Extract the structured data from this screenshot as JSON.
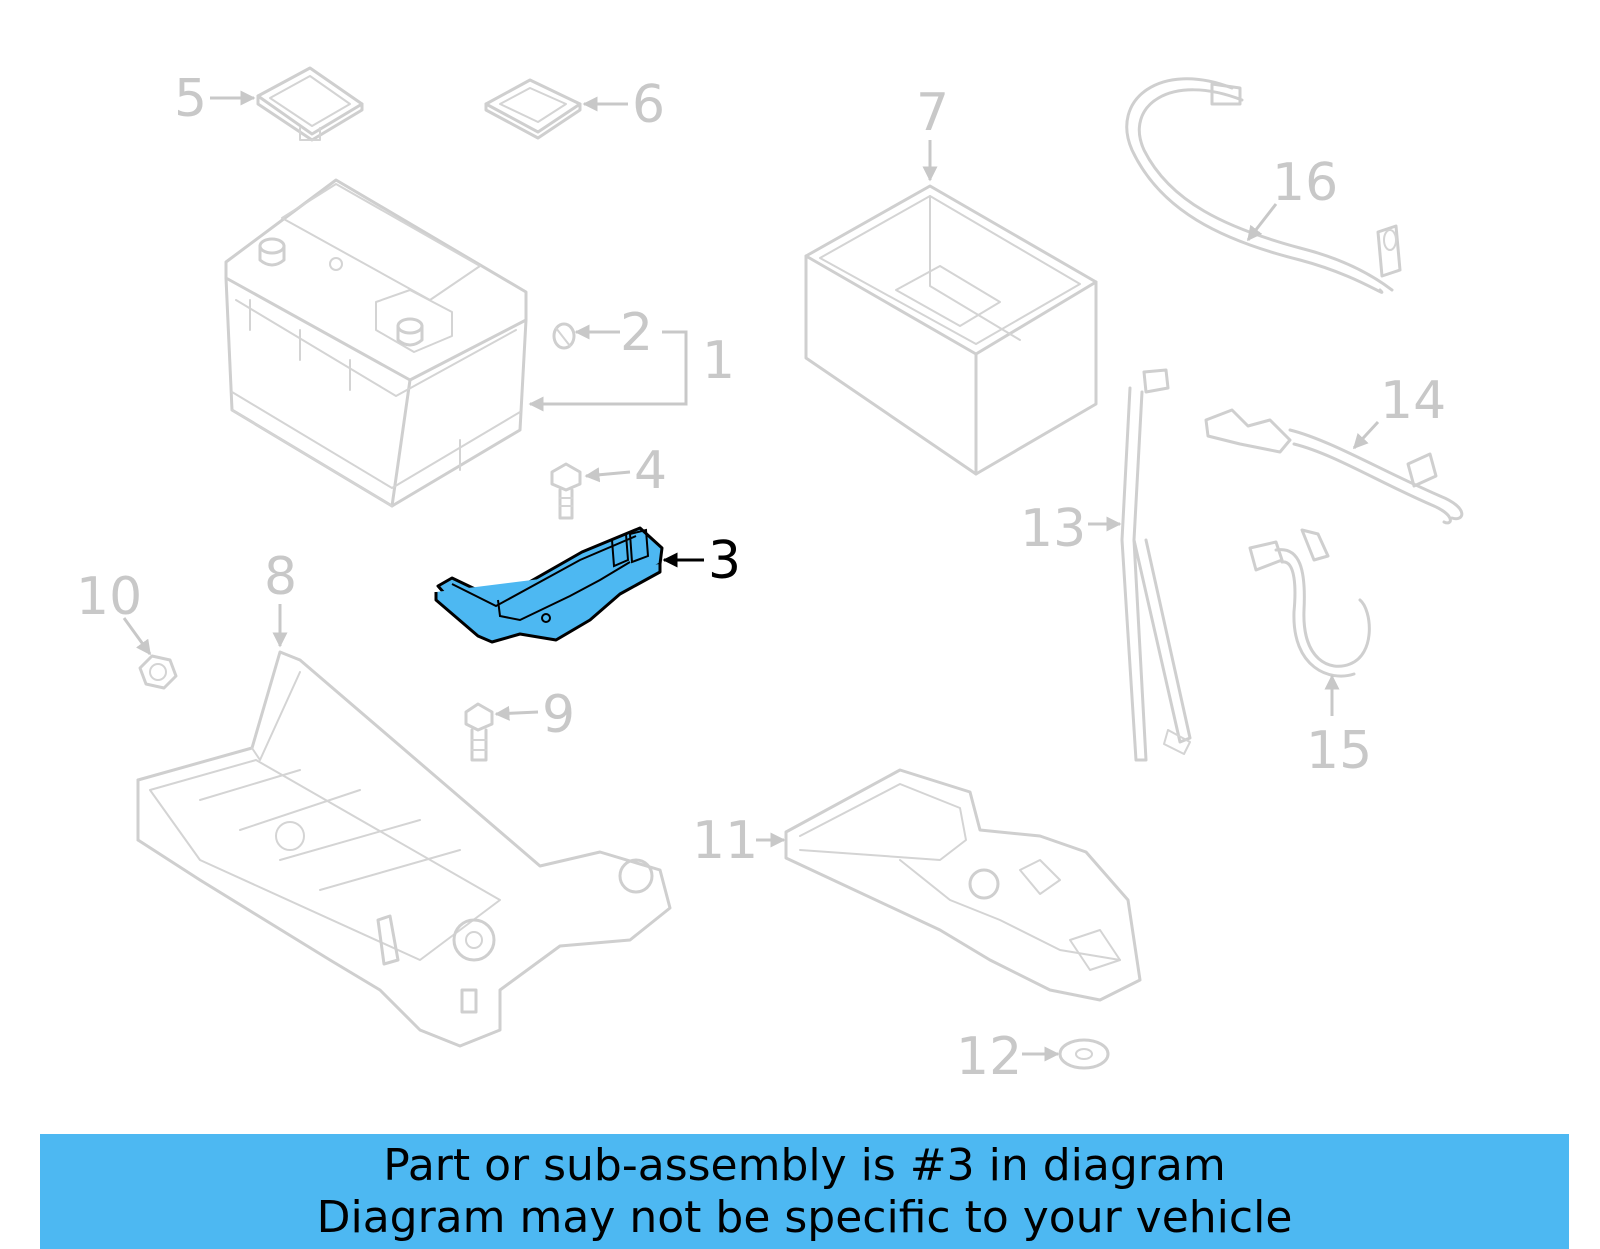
{
  "colors": {
    "background": "#ffffff",
    "faded_part": "#cfcfcf",
    "highlight_fill": "#4db8f2",
    "highlight_stroke": "#000000",
    "banner": "#4db8f2"
  },
  "highlighted_part": "3",
  "callouts": [
    "1",
    "2",
    "3",
    "4",
    "5",
    "6",
    "7",
    "8",
    "9",
    "10",
    "11",
    "12",
    "13",
    "14",
    "15",
    "16"
  ],
  "banner": {
    "line1": "Part or sub-assembly is #3 in diagram",
    "line2": "Diagram may not be specific to your vehicle"
  }
}
